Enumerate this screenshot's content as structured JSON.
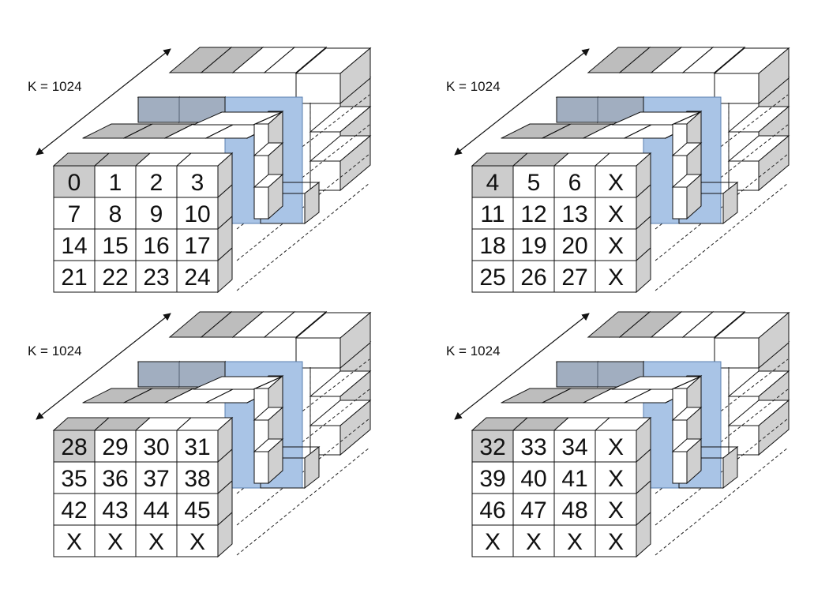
{
  "colors": {
    "cell_fill": "#ffffff",
    "highlight_fill": "#cccccc",
    "top_gray": "#bdbdbd",
    "side_gray": "#d0d0d0",
    "blue_fill": "#a9c4e6",
    "blue_top": "#8aa3c2",
    "stroke": "#111111",
    "dashed_stroke": "#222222"
  },
  "panels": [
    {
      "k_label": "K = 1024",
      "grid": [
        [
          "0",
          "1",
          "2",
          "3"
        ],
        [
          "7",
          "8",
          "9",
          "10"
        ],
        [
          "14",
          "15",
          "16",
          "17"
        ],
        [
          "21",
          "22",
          "23",
          "24"
        ]
      ],
      "highlighted": [
        [
          0,
          0
        ]
      ]
    },
    {
      "k_label": "K = 1024",
      "grid": [
        [
          "4",
          "5",
          "6",
          "X"
        ],
        [
          "11",
          "12",
          "13",
          "X"
        ],
        [
          "18",
          "19",
          "20",
          "X"
        ],
        [
          "25",
          "26",
          "27",
          "X"
        ]
      ],
      "highlighted": [
        [
          0,
          0
        ]
      ]
    },
    {
      "k_label": "K = 1024",
      "grid": [
        [
          "28",
          "29",
          "30",
          "31"
        ],
        [
          "35",
          "36",
          "37",
          "38"
        ],
        [
          "42",
          "43",
          "44",
          "45"
        ],
        [
          "X",
          "X",
          "X",
          "X"
        ]
      ],
      "highlighted": [
        [
          0,
          0
        ]
      ]
    },
    {
      "k_label": "K = 1024",
      "grid": [
        [
          "32",
          "33",
          "34",
          "X"
        ],
        [
          "39",
          "40",
          "41",
          "X"
        ],
        [
          "46",
          "47",
          "48",
          "X"
        ],
        [
          "X",
          "X",
          "X",
          "X"
        ]
      ],
      "highlighted": [
        [
          0,
          0
        ]
      ]
    }
  ]
}
